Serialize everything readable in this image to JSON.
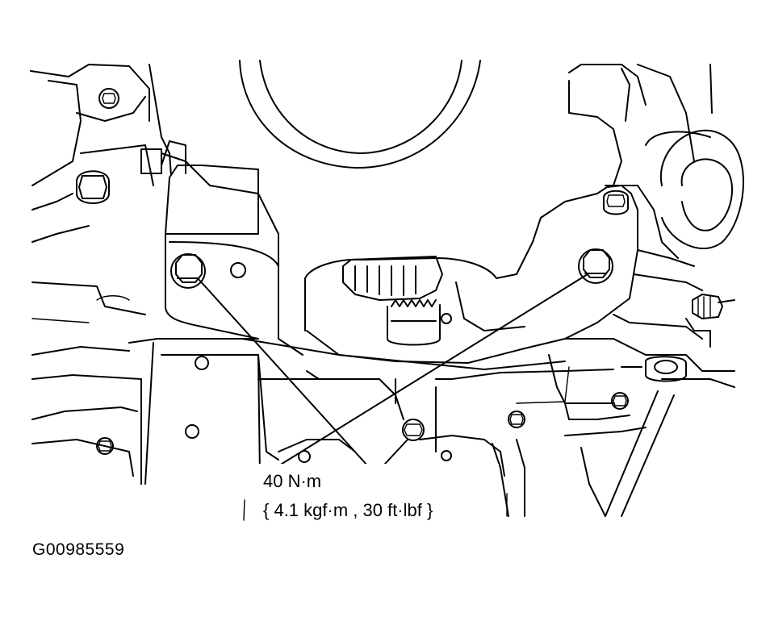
{
  "callout": {
    "torque_value": "40 N·m",
    "torque_alt": "{ 4.1 kgf·m , 30 ft·lbf }"
  },
  "figure_id": "G00985559",
  "icons": [
    "bolt-icon"
  ],
  "colors": {
    "line": "#000000",
    "background": "#ffffff"
  }
}
